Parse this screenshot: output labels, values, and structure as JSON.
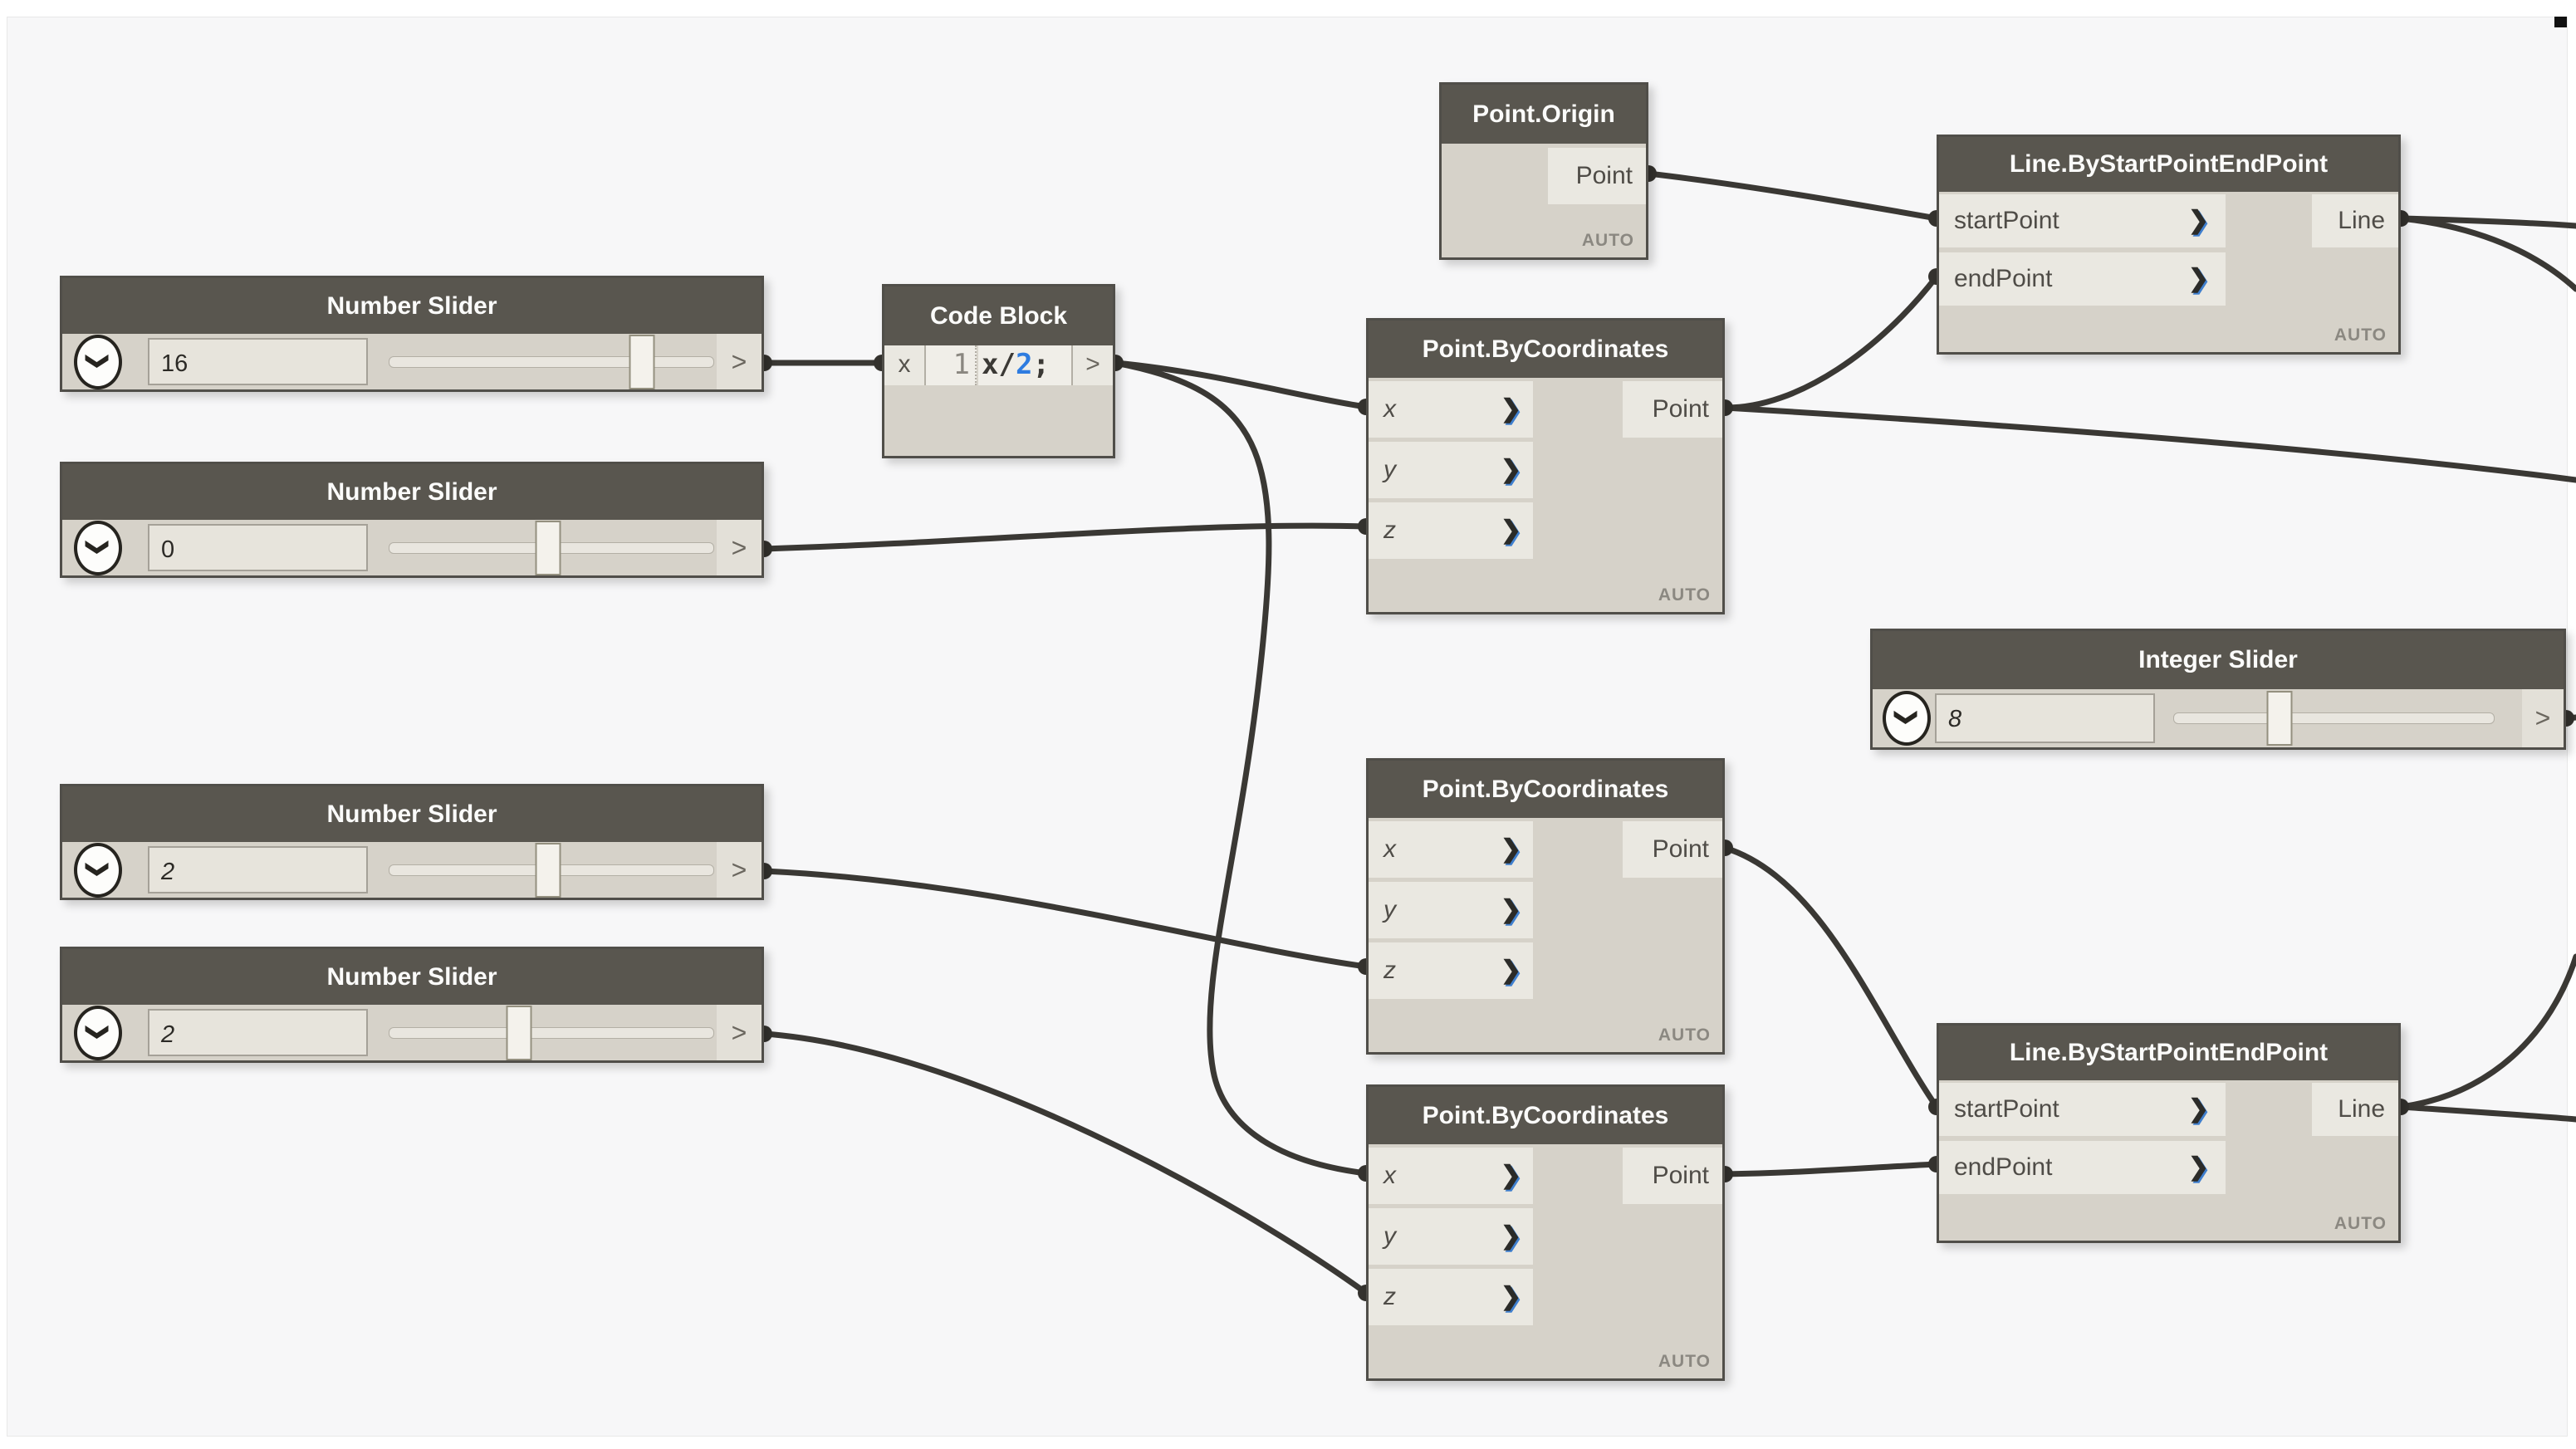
{
  "lacing_label": "AUTO",
  "icons": {
    "port_chevron": "❯",
    "collapse_caret": "❯",
    "output_arrow": ">"
  },
  "colors": {
    "node_header": "#59564f",
    "node_body": "#d6d2c9",
    "port_strip": "#eae8e1",
    "wire": "#3a3834",
    "code_literal_blue": "#2e7ce0",
    "canvas_background": "#f7f7f8"
  },
  "nodes": {
    "number_slider_16": {
      "title": "Number Slider",
      "value": "16"
    },
    "number_slider_0": {
      "title": "Number Slider",
      "value": "0"
    },
    "number_slider_2a": {
      "title": "Number Slider",
      "value": "2"
    },
    "number_slider_2b": {
      "title": "Number Slider",
      "value": "2"
    },
    "integer_slider": {
      "title": "Integer Slider",
      "value": "8"
    },
    "code_block": {
      "title": "Code Block",
      "input_label": "x",
      "line_number": "1",
      "code_expr": "x/",
      "code_literal": "2",
      "code_terminator": ";"
    },
    "point_origin": {
      "title": "Point.Origin",
      "output_label": "Point"
    },
    "point_by_coordinates_top": {
      "title": "Point.ByCoordinates",
      "inputs": [
        "x",
        "y",
        "z"
      ],
      "output_label": "Point"
    },
    "point_by_coordinates_mid": {
      "title": "Point.ByCoordinates",
      "inputs": [
        "x",
        "y",
        "z"
      ],
      "output_label": "Point"
    },
    "point_by_coordinates_bottom": {
      "title": "Point.ByCoordinates",
      "inputs": [
        "x",
        "y",
        "z"
      ],
      "output_label": "Point"
    },
    "line_top": {
      "title": "Line.ByStartPointEndPoint",
      "inputs": [
        "startPoint",
        "endPoint"
      ],
      "output_label": "Line"
    },
    "line_bottom": {
      "title": "Line.ByStartPointEndPoint",
      "inputs": [
        "startPoint",
        "endPoint"
      ],
      "output_label": "Line"
    }
  }
}
